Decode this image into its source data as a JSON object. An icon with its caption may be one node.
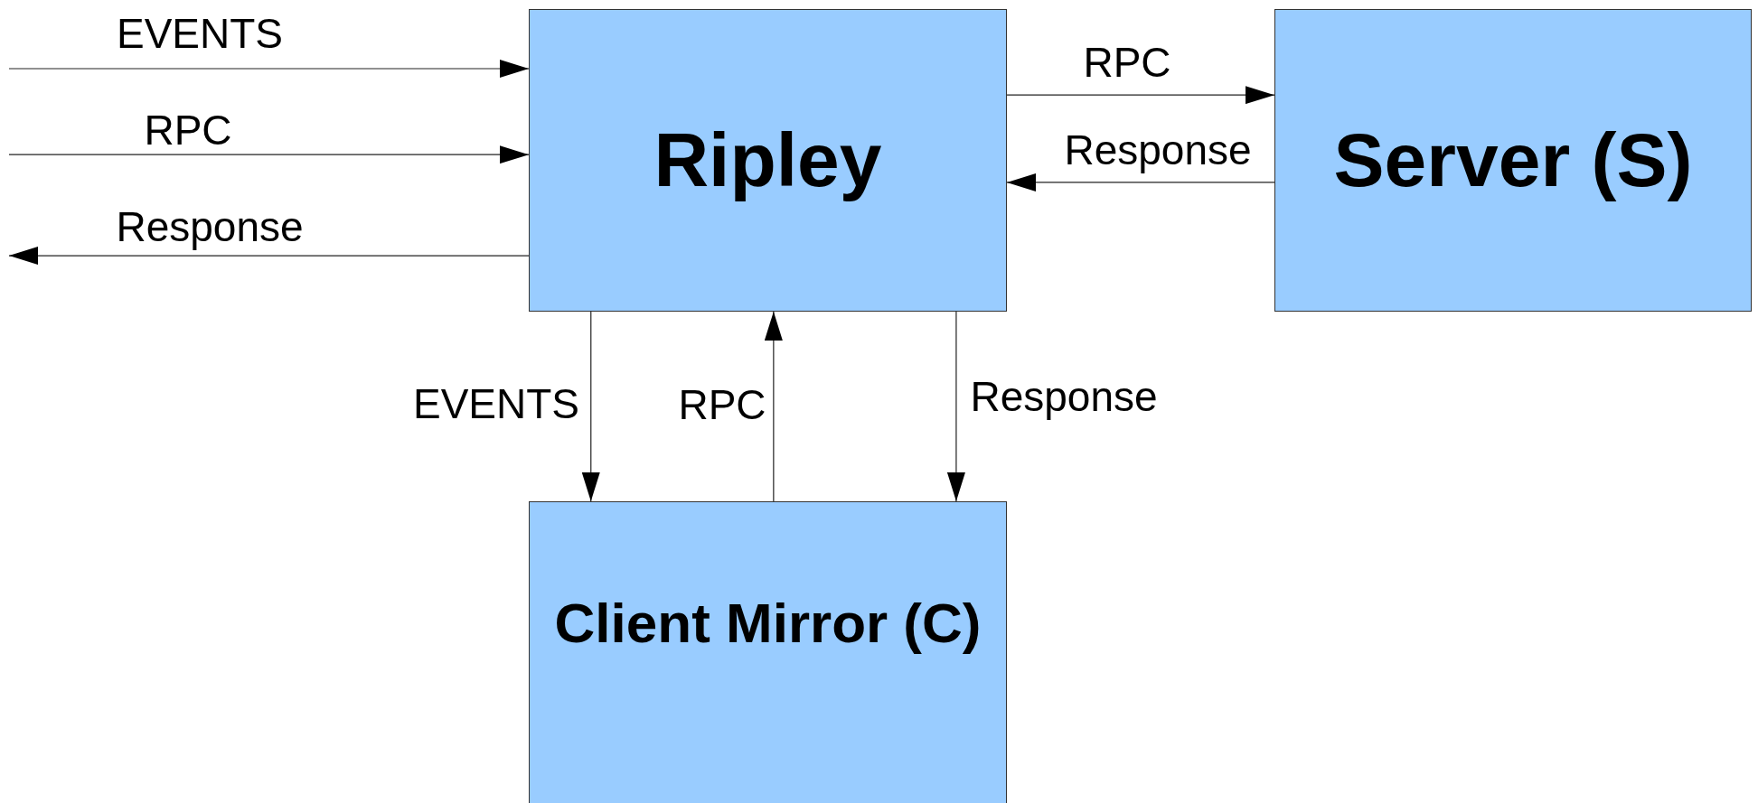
{
  "diagram": {
    "nodes": [
      {
        "text": [
          "Ripley"
        ]
      },
      {
        "text": [
          "Server (S)"
        ]
      },
      {
        "text": [
          "Client Mirror (C)"
        ]
      }
    ],
    "edges": [
      {
        "from": null,
        "to": 0,
        "arrow": "to",
        "label": "EVENTS"
      },
      {
        "from": null,
        "to": 0,
        "arrow": "to",
        "label": "RPC"
      },
      {
        "from": 0,
        "to": null,
        "arrow": "to",
        "label": "Response"
      },
      {
        "from": 0,
        "to": 1,
        "arrow": "to",
        "label": "RPC"
      },
      {
        "from": 1,
        "to": 0,
        "arrow": "to",
        "label": "Response"
      },
      {
        "from": 0,
        "to": 2,
        "arrow": "to",
        "label": "EVENTS"
      },
      {
        "from": 2,
        "to": 0,
        "arrow": "to",
        "label": "RPC"
      },
      {
        "from": 0,
        "to": 2,
        "arrow": "to",
        "label": "Response"
      }
    ]
  }
}
